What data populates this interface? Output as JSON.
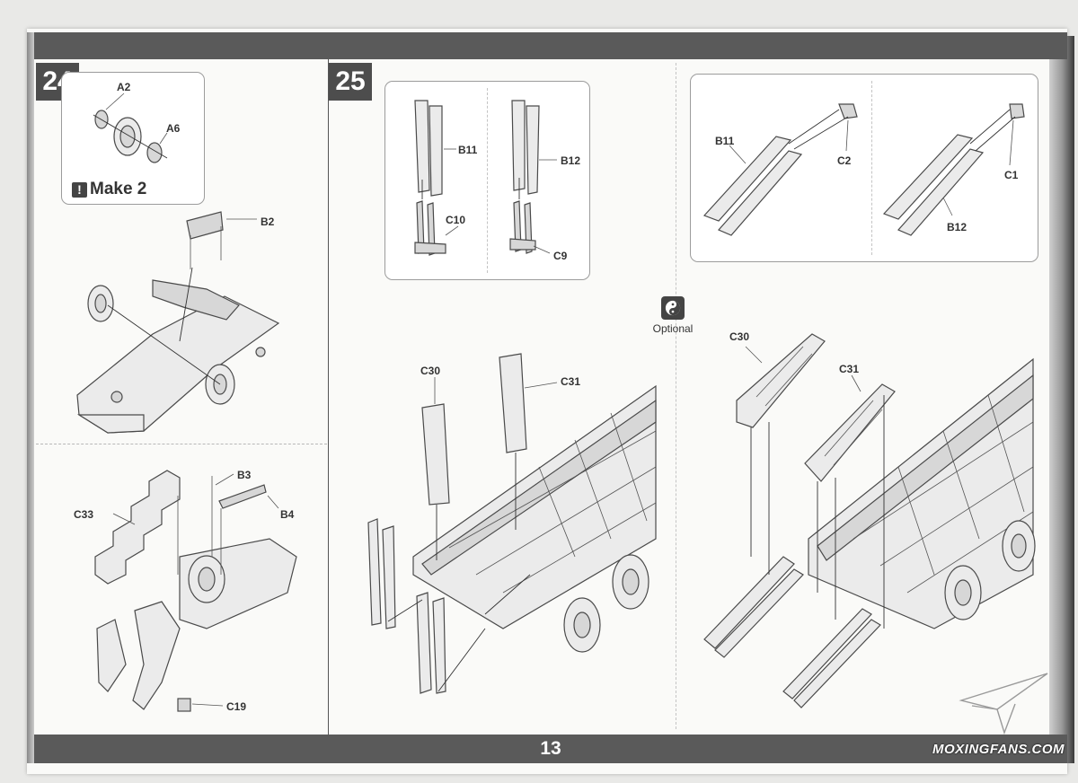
{
  "page": {
    "number": "13"
  },
  "steps": {
    "step24": {
      "number": "24",
      "detail": {
        "parts": [
          "A2",
          "A6"
        ],
        "note": "Make 2"
      },
      "parts_main": [
        "B2"
      ],
      "parts_lower": [
        "B3",
        "B4",
        "C33",
        "C19"
      ]
    },
    "step25": {
      "number": "25",
      "detail_left": {
        "parts": [
          "B11",
          "C10",
          "B12",
          "C9"
        ]
      },
      "detail_right": {
        "parts": [
          "B11",
          "C2",
          "C1",
          "B12"
        ]
      },
      "assembly_left": {
        "parts": [
          "C30",
          "C31"
        ]
      },
      "assembly_right": {
        "parts": [
          "C30",
          "C31"
        ]
      },
      "optional_label": "Optional"
    }
  },
  "watermark": "MOXINGFANS.COM",
  "icons": {
    "warning": "exclamation-icon",
    "optional": "yin-yang-icon"
  },
  "colors": {
    "bar": "#5a5a5a",
    "badge": "#4d4d4d",
    "paper": "#fafaf8"
  }
}
